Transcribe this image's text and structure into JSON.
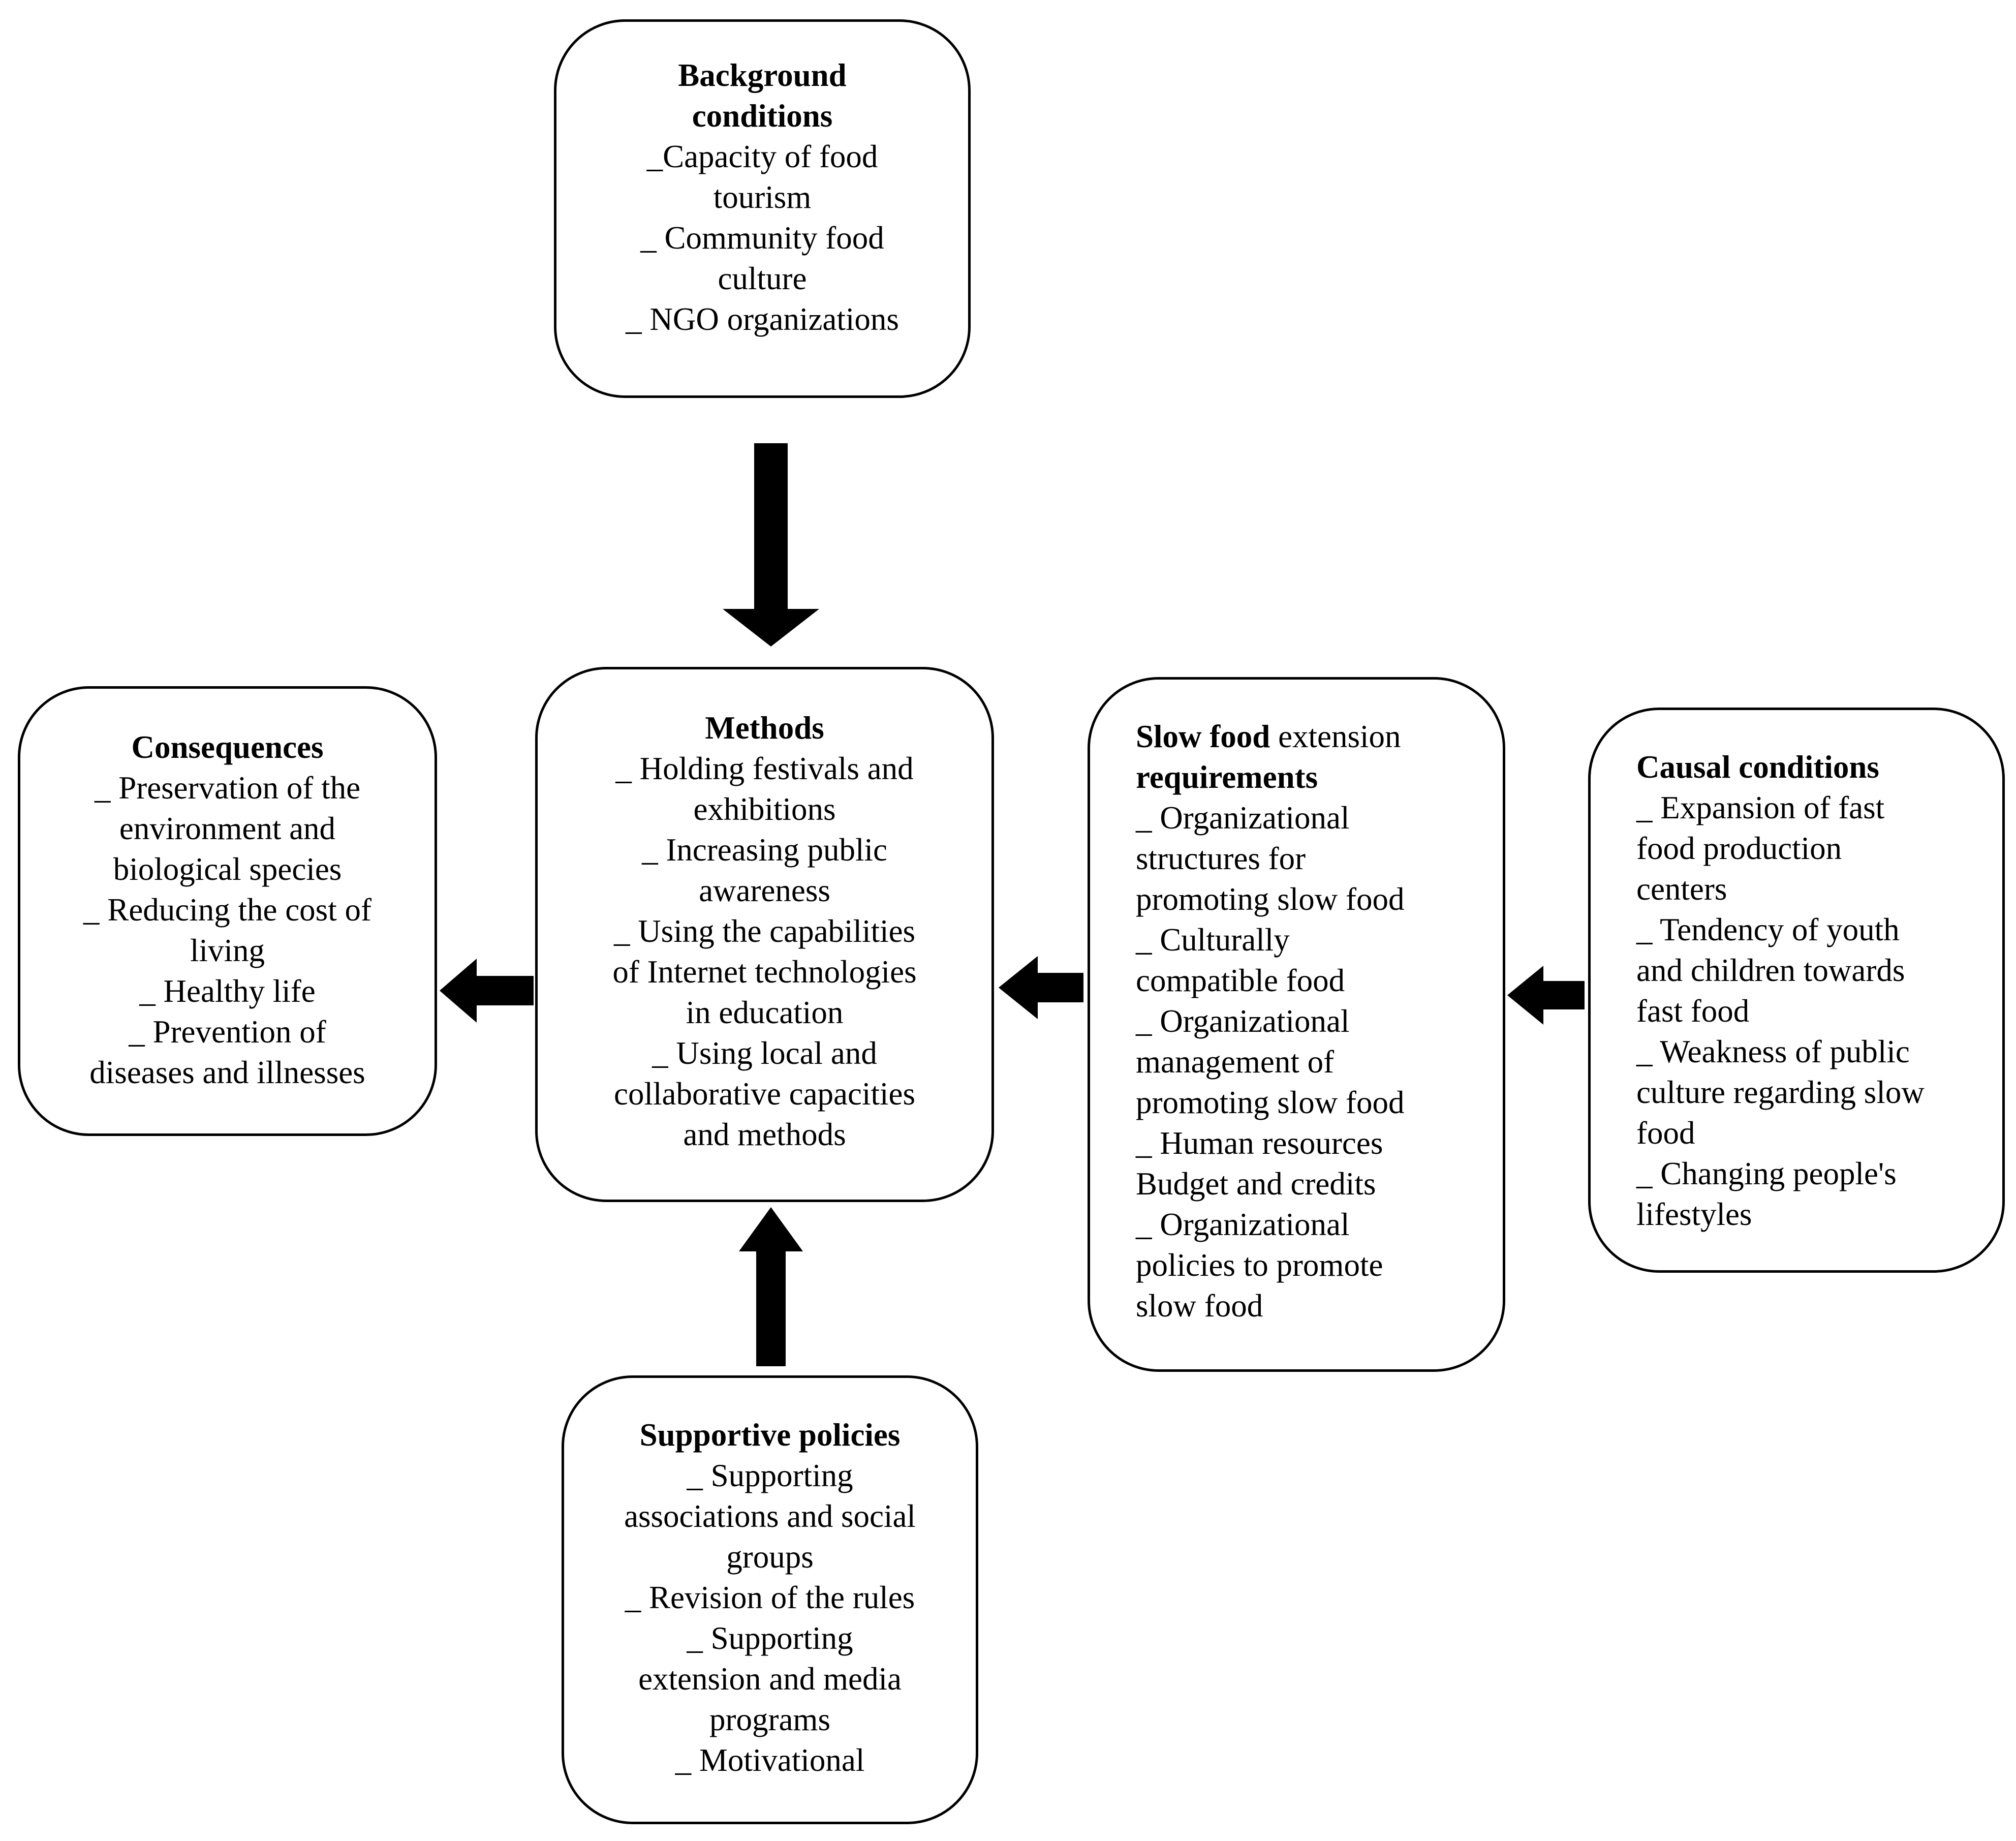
{
  "boxes": {
    "background": {
      "title": [
        "Background",
        "conditions"
      ],
      "items": [
        "_Capacity of food",
        "tourism",
        "_ Community food",
        "culture",
        "_ NGO organizations"
      ]
    },
    "methods": {
      "title": [
        "Methods"
      ],
      "items": [
        "_ Holding festivals and",
        "exhibitions",
        "_ Increasing public",
        "awareness",
        "_ Using the capabilities",
        "of Internet technologies",
        "in education",
        "_ Using local and",
        "collaborative capacities",
        "and methods"
      ]
    },
    "consequences": {
      "title": [
        "Consequences"
      ],
      "items": [
        "_ Preservation of the",
        "environment and",
        "biological species",
        "_ Reducing the cost of",
        "living",
        "_ Healthy life",
        "_ Prevention of",
        "diseases and illnesses"
      ]
    },
    "slowfood": {
      "title_bold": "Slow food",
      "title_rest": " extension",
      "title2": "requirements",
      "items": [
        "_ Organizational",
        "structures for",
        "promoting slow food",
        "_ Culturally",
        "compatible food",
        "_ Organizational",
        "management of",
        "promoting slow food",
        "_ Human resources",
        "Budget and credits",
        "_ Organizational",
        "policies to promote",
        "slow food"
      ]
    },
    "causal": {
      "title": [
        "Causal conditions"
      ],
      "items": [
        "_ Expansion of fast",
        "food production",
        "centers",
        "_ Tendency of youth",
        "and children towards",
        "fast food",
        "_ Weakness of public",
        "culture regarding slow",
        "food",
        "_ Changing people's",
        "lifestyles"
      ]
    },
    "supportive": {
      "title": [
        "Supportive policies"
      ],
      "items": [
        "_ Supporting",
        "associations and social",
        "groups",
        "_ Revision of the rules",
        "_ Supporting",
        "extension and media",
        "programs",
        "_ Motivational"
      ]
    }
  },
  "colors": {
    "stroke": "#000000",
    "background": "#ffffff"
  }
}
